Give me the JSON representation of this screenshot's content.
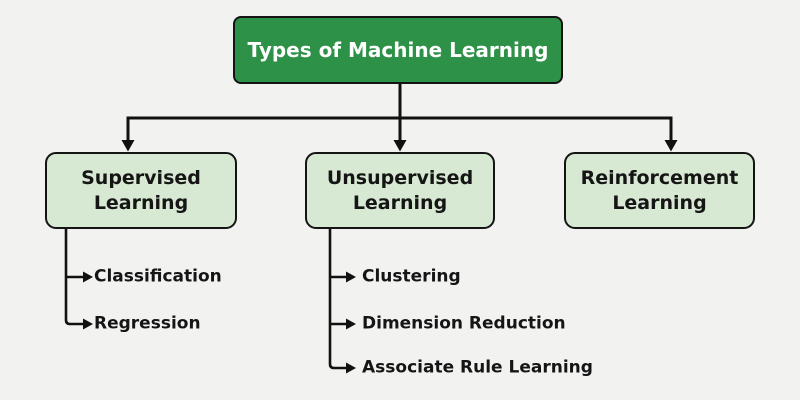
{
  "diagram": {
    "root": {
      "label": "Types of Machine Learning"
    },
    "branches": [
      {
        "label": "Supervised Learning",
        "children": [
          "Classification",
          "Regression"
        ]
      },
      {
        "label": "Unsupervised Learning",
        "children": [
          "Clustering",
          "Dimension Reduction",
          "Associate Rule Learning"
        ]
      },
      {
        "label": "Reinforcement Learning",
        "children": []
      }
    ]
  },
  "colors": {
    "background": "#f2f3f1",
    "root-fill": "#2d9147",
    "root-text": "#ffffff",
    "branch-fill": "#d7e9d3",
    "node-border": "#141414",
    "line": "#111111",
    "text": "#151515"
  }
}
